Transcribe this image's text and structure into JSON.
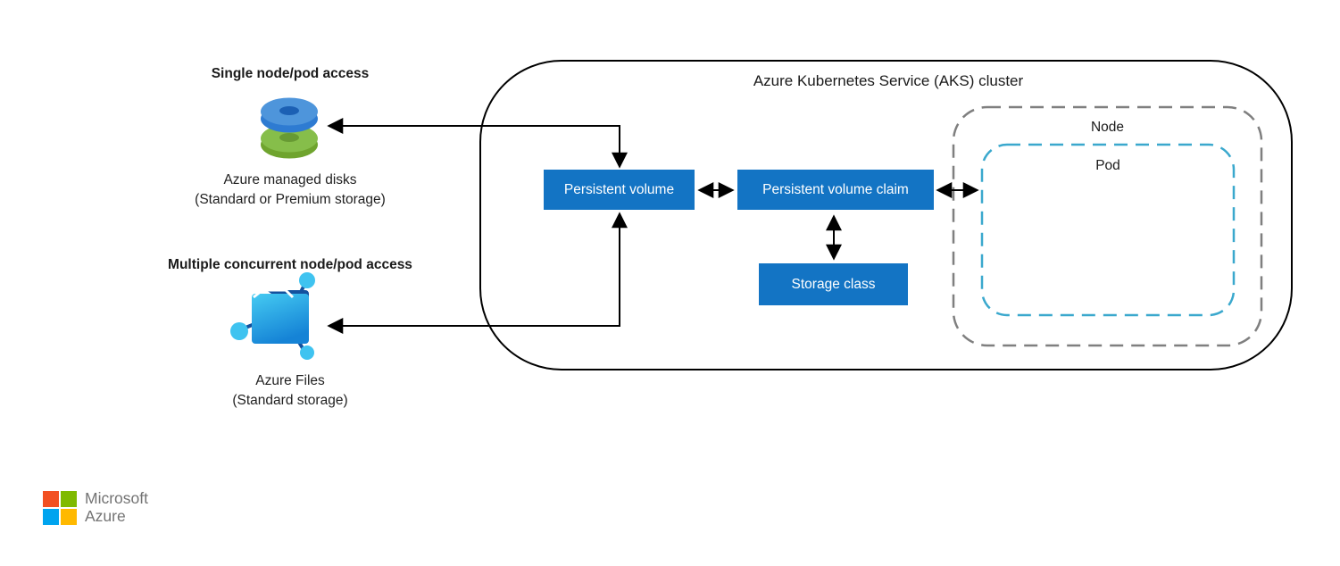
{
  "left_panel": {
    "disk_section": {
      "heading": "Single node/pod access",
      "caption_line1": "Azure managed disks",
      "caption_line2": "(Standard or Premium storage)"
    },
    "files_section": {
      "heading": "Multiple concurrent node/pod access",
      "caption_line1": "Azure Files",
      "caption_line2": "(Standard storage)"
    }
  },
  "cluster": {
    "title": "Azure Kubernetes Service (AKS) cluster",
    "boxes": {
      "persistent_volume": "Persistent volume",
      "persistent_volume_claim": "Persistent volume claim",
      "storage_class": "Storage class"
    },
    "node_label": "Node",
    "pod_label": "Pod"
  },
  "footer": {
    "brand_line1": "Microsoft",
    "brand_line2": "Azure"
  },
  "colors": {
    "box_blue": "#1374C4",
    "pod_border": "#3AA8CD",
    "node_border": "#7F7F7F",
    "outline_black": "#000000",
    "brand_gray": "#737373",
    "ms_red": "#F25022",
    "ms_green": "#7FBA00",
    "ms_blue": "#00A4EF",
    "ms_yellow": "#FFB900",
    "disk_blue_top": "#4E95DB",
    "disk_blue_side": "#2E7BD2",
    "disk_blue_hole": "#1C60B4",
    "disk_green_top": "#86BE4A",
    "disk_green_side": "#6FA42E",
    "disk_green_hole": "#679A33",
    "files_cyan": "#3FC3F0",
    "files_dark": "#14519E",
    "folder_light": "#45CBF2",
    "folder_deep": "#1583D6"
  }
}
